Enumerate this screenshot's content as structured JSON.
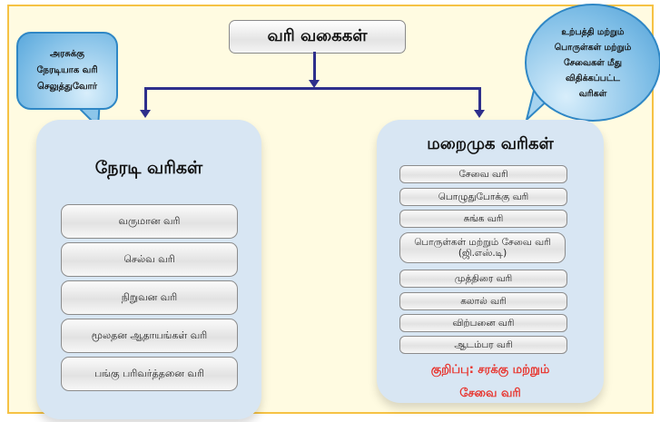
{
  "title": "வரி வகைகள்",
  "direct": {
    "heading": "நேரடி வரிகள்",
    "callout": [
      "அரசுக்கு",
      "நேரடியாக வரி",
      "செலுத்துவோர்"
    ],
    "items": [
      "வருமான வரி",
      "செல்வ வரி",
      "நிறுவன வரி",
      "மூலதன ஆதாயங்கள் வரி",
      "பங்கு பரிவர்த்தனை வரி"
    ]
  },
  "indirect": {
    "heading": "மறைமுக வரிகள்",
    "callout": [
      "உற்பத்தி மற்றும்",
      "பொருள்கள் மற்றும்",
      "சேவைகள் மீது",
      "விதிக்கப்பட்ட",
      "வரிகள்"
    ],
    "items": [
      "சேவை வரி",
      "பொழுதுபோக்கு வரி",
      "சுங்க வரி",
      "பொருள்கள் மற்றும் சேவை வரி (ஜி.எஸ்.டி)",
      "முத்திரை வரி",
      "கலால் வரி",
      "விற்பனை வரி",
      "ஆடம்பர வரி"
    ],
    "note": [
      "குறிப்பு: சரக்கு மற்றும்",
      "சேவை வரி"
    ]
  },
  "colors": {
    "frame": "#f6c244",
    "background": "#fffbe1",
    "connector": "#2e2f8c",
    "panel": "#d8e6f3",
    "note": "#e8322b"
  }
}
